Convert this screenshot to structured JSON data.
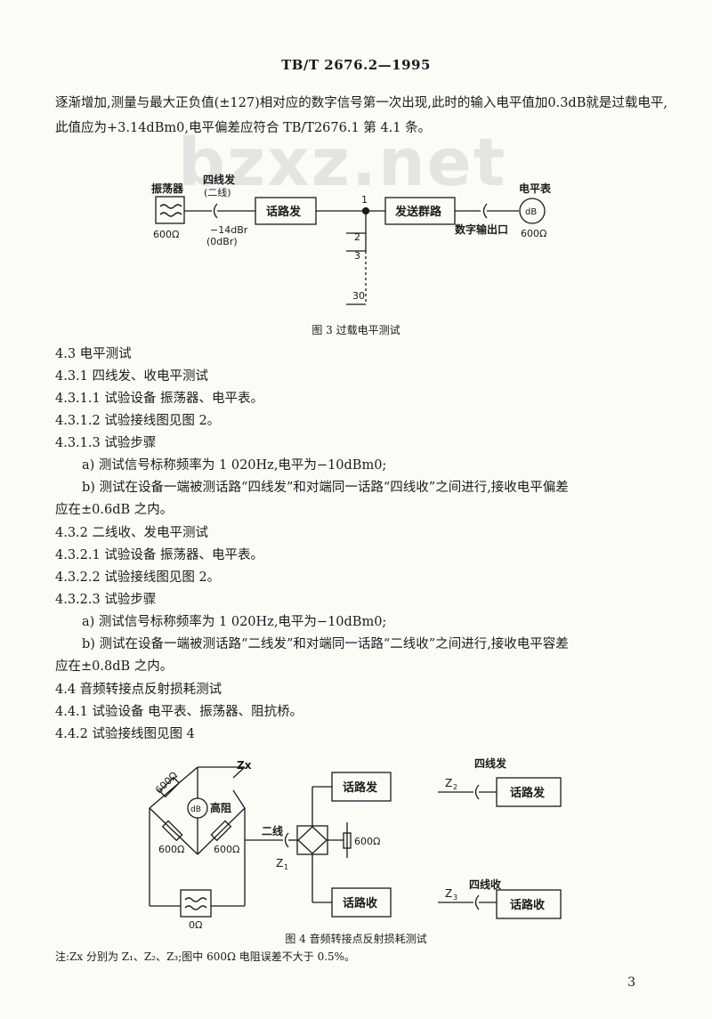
{
  "header": "TB/T 2676.2—1995",
  "watermark": "bzxz.net",
  "intro_paragraph": "逐渐增加,测量与最大正负值(±127)相对应的数字信号第一次出现,此时的输入电平值加0.3dB就是过载电平,此值应为+3.14dBm0,电平偏差应符合 TB/T2676.1 第 4.1 条。",
  "figure3": {
    "oscillator": "振荡器",
    "osc_impedance": "600Ω",
    "four_wire_send": "四线发",
    "two_wire": "(二线)",
    "level1": "−14dBr",
    "level2": "(0dBr)",
    "channel_send": "话路发",
    "node1": "1",
    "send_group": "发送群路",
    "digital_out": "数字输出口",
    "meter": "电平表",
    "meter_symbol": "dB",
    "meter_impedance": "600Ω",
    "ch2": "2",
    "ch3": "3",
    "ch30": "30",
    "caption": "图 3  过载电平测试"
  },
  "lines": [
    "4.3  电平测试",
    "4.3.1  四线发、收电平测试",
    "4.3.1.1  试验设备  振荡器、电平表。",
    "4.3.1.2  试验接线图见图 2。",
    "4.3.1.3  试验步骤",
    "a) 测试信号标称频率为 1 020Hz,电平为−10dBm0;",
    "b) 测试在设备一端被测话路“四线发”和对端同一话路“四线收”之间进行,接收电平偏差",
    "应在±0.6dB 之内。",
    "4.3.2  二线收、发电平测试",
    "4.3.2.1  试验设备  振荡器、电平表。",
    "4.3.2.2  试验接线图见图 2。",
    "4.3.2.3  试验步骤",
    "a) 测试信号标称频率为 1 020Hz,电平为−10dBm0;",
    "b) 测试在设备一端被测话路“二线发”和对端同一话路“二线收”之间进行,接收电平容差",
    "应在±0.8dB 之内。",
    "4.4  音频转接点反射损耗测试",
    "4.4.1  试验设备  电平表、振荡器、阻抗桥。",
    "4.4.2  试验接线图见图 4"
  ],
  "figure4": {
    "r_top": "600Ω",
    "zx": "Zx",
    "meter_symbol": "dB",
    "high_z": "高阻",
    "r_left": "600Ω",
    "r_right": "600Ω",
    "osc_impedance": "0Ω",
    "two_wire": "二线",
    "z1": "Z",
    "z1_sub": "1",
    "r_hybrid": "600Ω",
    "channel_send": "话路发",
    "channel_recv": "话路收",
    "four_wire_send": "四线发",
    "z2": "Z",
    "z2_sub": "2",
    "channel_send2": "话路发",
    "four_wire_recv": "四线收",
    "z3": "Z",
    "z3_sub": "3",
    "channel_recv2": "话路收",
    "caption": "图 4  音频转接点反射损耗测试"
  },
  "note": "注:Zx 分别为 Z₁、Z₂、Z₃;图中 600Ω 电阻误差不大于 0.5%。",
  "page_number": "3"
}
